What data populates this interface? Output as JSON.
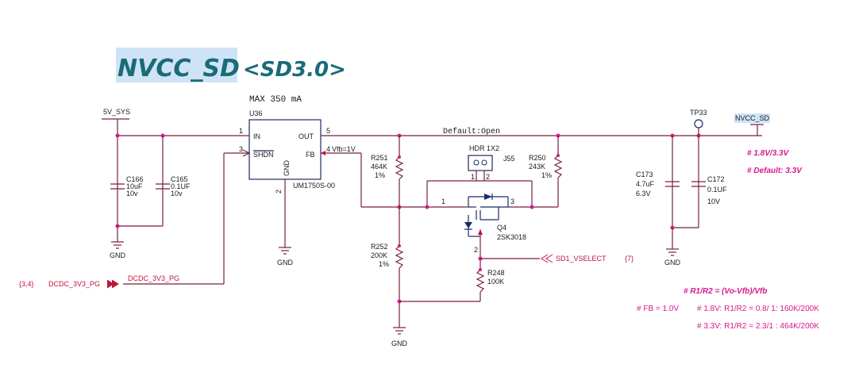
{
  "title": {
    "net": "NVCC_SD",
    "version": "<SD3.0>",
    "highlight_color": "#cfe3f7"
  },
  "regulator": {
    "ref": "U36",
    "part": "UM1750S-00",
    "max_current": "MAX 350 mA",
    "pins": {
      "in": "IN",
      "out": "OUT",
      "shdn": "SHDN",
      "fb": "FB",
      "gnd": "GND",
      "in_num": "1",
      "shdn_num": "3",
      "out_num": "5",
      "fb_num": "4",
      "gnd_num": "2"
    },
    "fb_note": "Vfb=1V"
  },
  "nets": {
    "input": "5V_SYS",
    "output": "NVCC_SD",
    "default_note": "Default:Open",
    "pg_net": "DCDC_3V3_PG",
    "pg_port": "DCDC_3V3_PG",
    "pg_sheet": "{3,4}",
    "select_net": "SD1_VSELECT",
    "select_sheet": "{7}",
    "gnd": "GND",
    "testpoint": "TP33"
  },
  "components": {
    "c166": {
      "ref": "C166",
      "value": "10uF",
      "rating": "10v"
    },
    "c165": {
      "ref": "C165",
      "value": "0.1UF",
      "rating": "10v"
    },
    "r251": {
      "ref": "R251",
      "value": "464K",
      "tol": "1%"
    },
    "r252": {
      "ref": "R252",
      "value": "200K",
      "tol": "1%"
    },
    "r250": {
      "ref": "R250",
      "value": "243K",
      "tol": "1%"
    },
    "r248": {
      "ref": "R248",
      "value": "100K"
    },
    "j55": {
      "ref": "J55",
      "value": "HDR 1X2",
      "pin1": "1",
      "pin2": "2"
    },
    "q4": {
      "ref": "Q4",
      "value": "2SK3018",
      "pin1": "1",
      "pin2": "2",
      "pin3": "3"
    },
    "c173": {
      "ref": "C173",
      "value": "4.7uF",
      "rating": "6.3V"
    },
    "c172": {
      "ref": "C172",
      "value": "0.1UF",
      "rating": "10V"
    }
  },
  "notes": {
    "v_options": "# 1.8V/3.3V",
    "v_default": "# Default: 3.3V",
    "formula": "# R1/R2 = (Vo-Vfb)/Vfb",
    "fb": "# FB = 1.0V",
    "case_18": "# 1.8V: R1/R2 = 0.8/ 1: 160K/200K",
    "case_33": "# 3.3V: R1/R2 = 2.3/1 : 464K/200K"
  },
  "colors": {
    "wire": "#7a1f3d",
    "junction": "#d6188c",
    "title": "#1a6b78",
    "note": "#d6188c",
    "port": "#c0143c"
  }
}
